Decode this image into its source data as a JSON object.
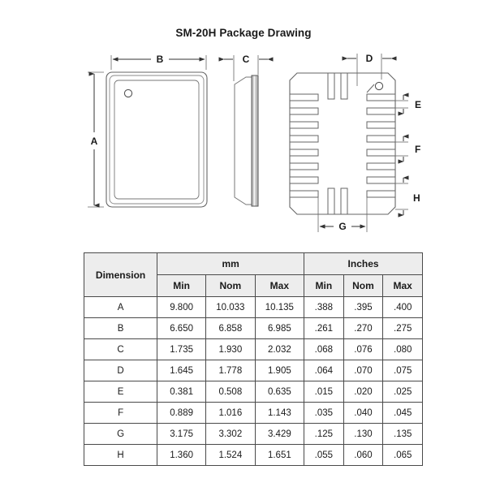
{
  "title": "SM-20H Package Drawing",
  "drawing": {
    "views": [
      {
        "name": "top-view",
        "label": ""
      },
      {
        "name": "side-view",
        "label": ""
      },
      {
        "name": "bottom-view",
        "label": ""
      }
    ],
    "dimension_labels": {
      "A": "A",
      "B": "B",
      "C": "C",
      "D": "D",
      "E": "E",
      "F": "F",
      "G": "G",
      "H": "H"
    },
    "line_color": "#555555",
    "fill_color": "#d9d9d9"
  },
  "table": {
    "header": {
      "dimension": "Dimension",
      "units": [
        "mm",
        "Inches"
      ],
      "subheaders": [
        "Min",
        "Nom",
        "Max",
        "Min",
        "Nom",
        "Max"
      ]
    },
    "rows": [
      {
        "dimension": "A",
        "mm_min": "9.800",
        "mm_nom": "10.033",
        "mm_max": "10.135",
        "in_min": ".388",
        "in_nom": ".395",
        "in_max": ".400"
      },
      {
        "dimension": "B",
        "mm_min": "6.650",
        "mm_nom": "6.858",
        "mm_max": "6.985",
        "in_min": ".261",
        "in_nom": ".270",
        "in_max": ".275"
      },
      {
        "dimension": "C",
        "mm_min": "1.735",
        "mm_nom": "1.930",
        "mm_max": "2.032",
        "in_min": ".068",
        "in_nom": ".076",
        "in_max": ".080"
      },
      {
        "dimension": "D",
        "mm_min": "1.645",
        "mm_nom": "1.778",
        "mm_max": "1.905",
        "in_min": ".064",
        "in_nom": ".070",
        "in_max": ".075"
      },
      {
        "dimension": "E",
        "mm_min": "0.381",
        "mm_nom": "0.508",
        "mm_max": "0.635",
        "in_min": ".015",
        "in_nom": ".020",
        "in_max": ".025"
      },
      {
        "dimension": "F",
        "mm_min": "0.889",
        "mm_nom": "1.016",
        "mm_max": "1.143",
        "in_min": ".035",
        "in_nom": ".040",
        "in_max": ".045"
      },
      {
        "dimension": "G",
        "mm_min": "3.175",
        "mm_nom": "3.302",
        "mm_max": "3.429",
        "in_min": ".125",
        "in_nom": ".130",
        "in_max": ".135"
      },
      {
        "dimension": "H",
        "mm_min": "1.360",
        "mm_nom": "1.524",
        "mm_max": "1.651",
        "in_min": ".055",
        "in_nom": ".060",
        "in_max": ".065"
      }
    ]
  }
}
